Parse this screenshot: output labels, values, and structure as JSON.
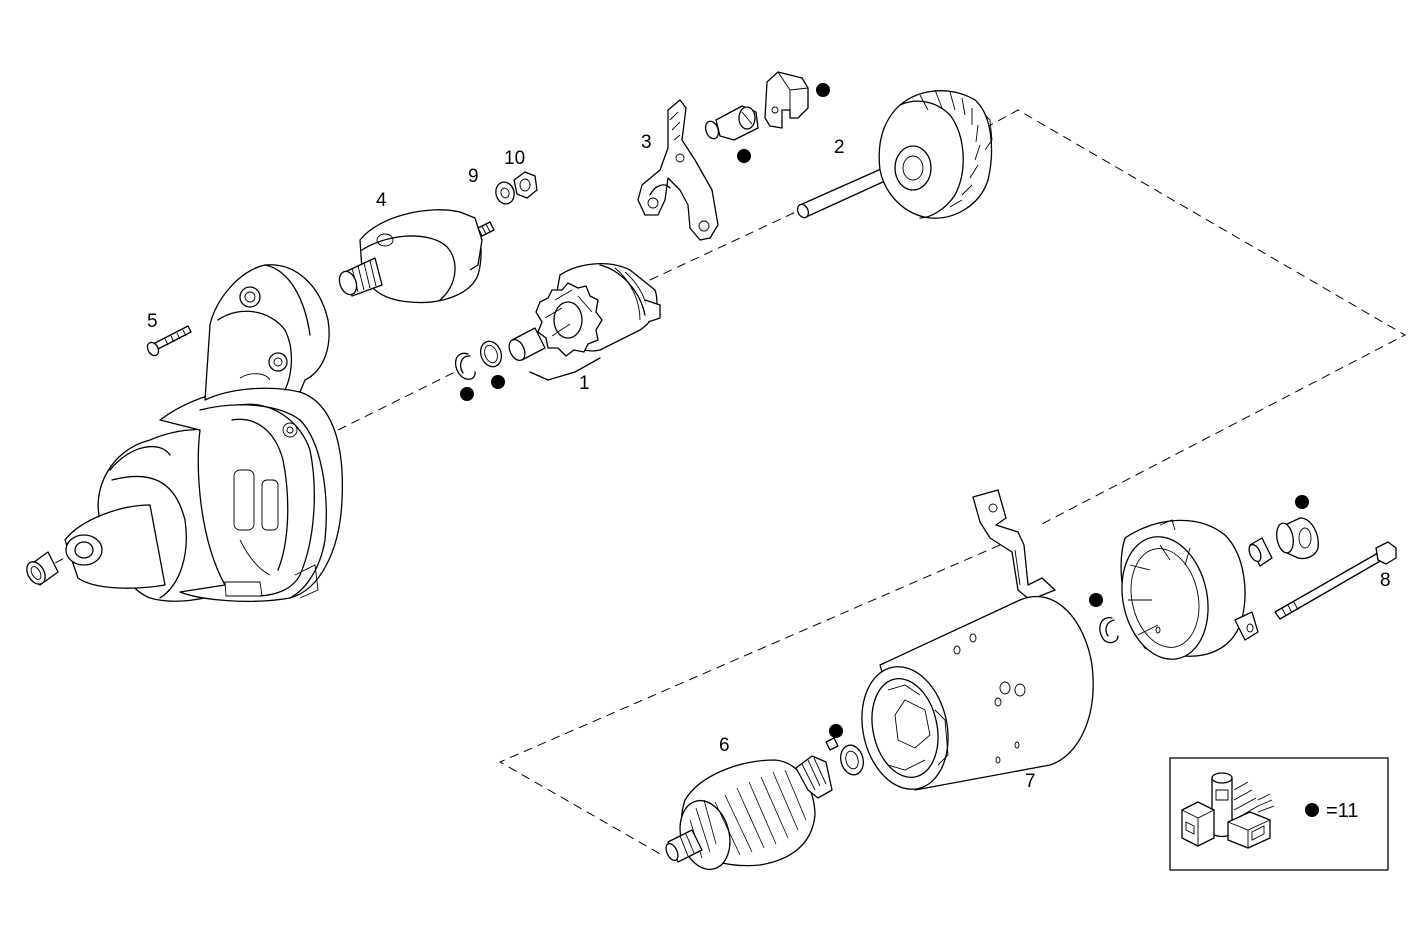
{
  "part_labels": {
    "p1": "1",
    "p2": "2",
    "p3": "3",
    "p4": "4",
    "p5": "5",
    "p6": "6",
    "p7": "7",
    "p8": "8",
    "p9": "9",
    "p10": "10"
  },
  "legend": {
    "symbol": "filled-dot",
    "text": "=11"
  },
  "colors": {
    "line": "#000000",
    "background": "#ffffff"
  }
}
